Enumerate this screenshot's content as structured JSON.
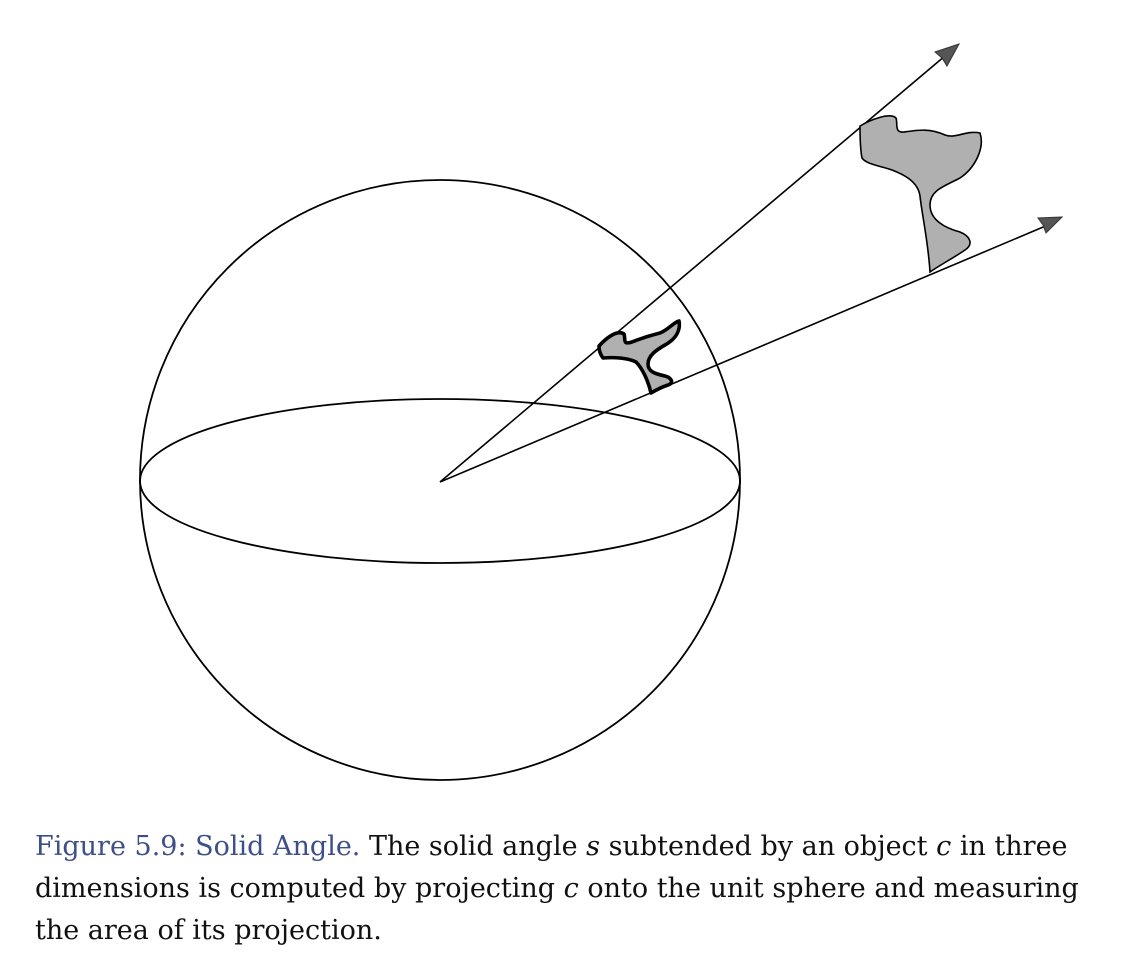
{
  "figure": {
    "label": "Figure 5.9: Solid Angle.",
    "caption": {
      "part1": " The solid angle ",
      "var_s": "s",
      "part2": " subtended by an object ",
      "var_c1": "c",
      "part3": " in three dimensions is computed by projecting ",
      "var_c2": "c",
      "part4": " onto the unit sphere and measuring the area of its projection."
    }
  },
  "colors": {
    "caption_label": "#3d4f8a",
    "stroke": "#000000",
    "fill_gray": "#b0b0b0",
    "arrowhead": "#555555"
  }
}
